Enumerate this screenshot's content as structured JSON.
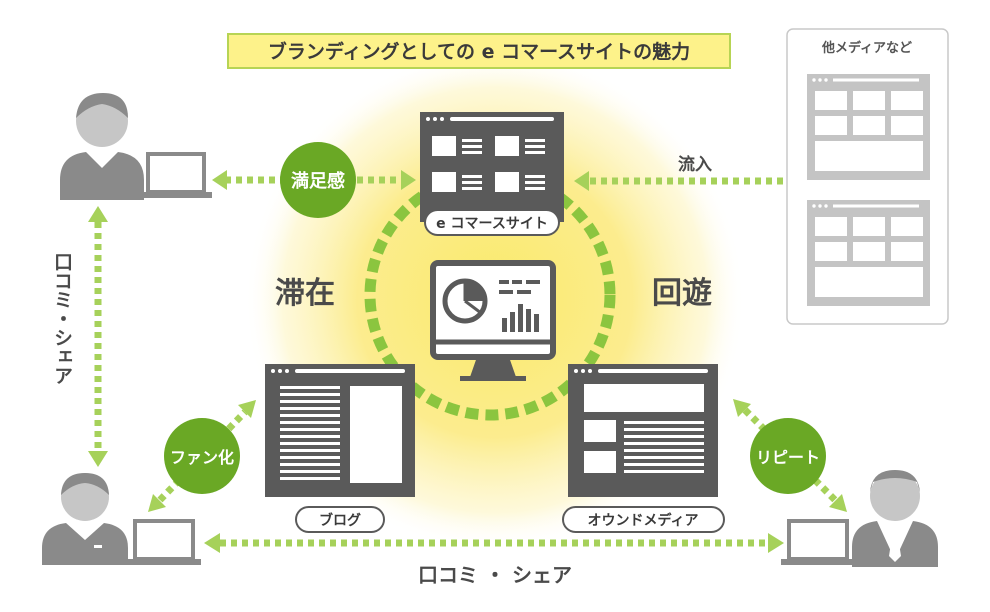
{
  "title": "ブランディングとしての e コマースサイトの魅力",
  "other_media": {
    "label": "他メディアなど"
  },
  "flow_in_label": "流入",
  "center_labels": {
    "left": "滞在",
    "right": "回遊"
  },
  "sites": {
    "ec": "e コマースサイト",
    "blog": "ブログ",
    "owned_media": "オウンドメディア"
  },
  "badges": {
    "satisfaction": "満足感",
    "fan": "ファン化",
    "repeat": "リピート"
  },
  "share": {
    "vertical": "口コミ・シェア",
    "horizontal": "口コミ ・ シェア"
  },
  "colors": {
    "title_bg": "#fdf28a",
    "title_border": "#b7d454",
    "accent_green": "#8bc53f",
    "badge_green": "#6aa825",
    "dotted_green": "#a6d15a",
    "dark_gray": "#5a5a5a",
    "light_gray": "#c4c4c4",
    "glow_yellow": "#fae455",
    "text_dark": "#3a3a3a"
  }
}
